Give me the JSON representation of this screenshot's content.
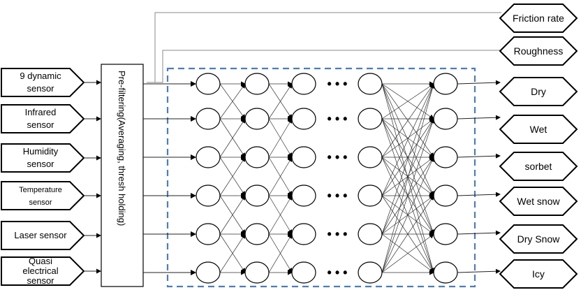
{
  "inputs": [
    {
      "lines": [
        "9 dynamic",
        "sensor"
      ]
    },
    {
      "lines": [
        "Infrared",
        "sensor"
      ]
    },
    {
      "lines": [
        "Humidity",
        "sensor"
      ]
    },
    {
      "lines": [
        "Temperature",
        "sensor"
      ]
    },
    {
      "lines": [
        "Laser sensor"
      ]
    },
    {
      "lines": [
        "Quasi",
        "electrical",
        "sensor"
      ]
    }
  ],
  "prefilter_label": "Pre-filtering(Averaging, thresh holding)",
  "outputs": [
    "Dry",
    "Wet",
    "sorbet",
    "Wet snow",
    "Dry Snow",
    "Icy"
  ],
  "extra_outputs": [
    "Friction rate",
    "Roughness"
  ],
  "ellipsis": "• • •",
  "colors": {
    "dashed_box": "#4a7ebb",
    "stroke": "#000000"
  }
}
